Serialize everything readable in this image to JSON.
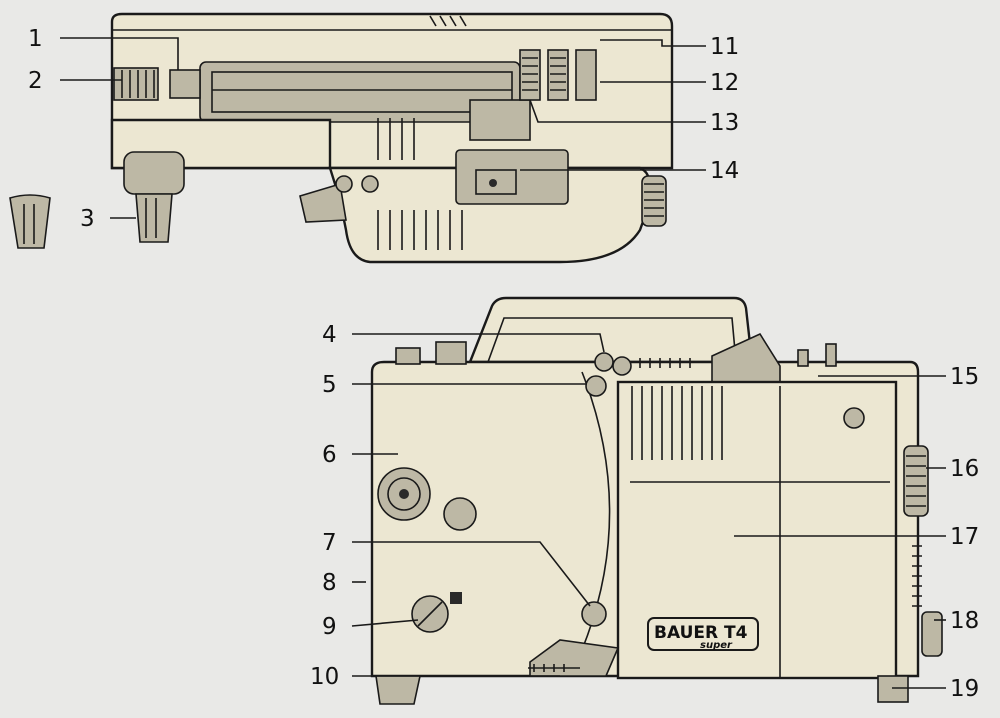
{
  "labels": {
    "l1": "1",
    "l2": "2",
    "l3": "3",
    "l4": "4",
    "l5": "5",
    "l6": "6",
    "l7": "7",
    "l8": "8",
    "l9": "9",
    "l10": "10",
    "l11": "11",
    "l12": "12",
    "l13": "13",
    "l14": "14",
    "l15": "15",
    "l16": "16",
    "l17": "17",
    "l18": "18",
    "l19": "19"
  },
  "brand": {
    "name": "BAUER T4",
    "sub": "super"
  },
  "colors": {
    "background": "#e9e9e7",
    "body": "#ece7d2",
    "ink": "#1a1a1a"
  }
}
